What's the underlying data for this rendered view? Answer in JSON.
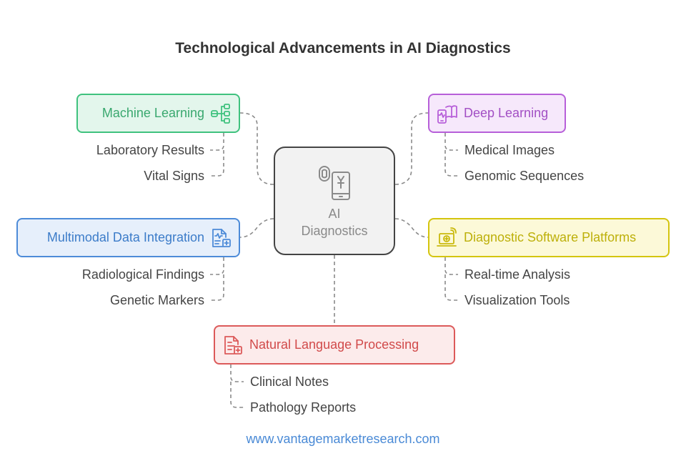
{
  "title": "Technological Advancements in AI Diagnostics",
  "center": {
    "label_line1": "AI",
    "label_line2": "Diagnostics",
    "icon": "ai-diagnostics-icon"
  },
  "branches": {
    "machine_learning": {
      "label": "Machine Learning",
      "icon": "data-flow-icon",
      "color": "#3fc27e",
      "items": [
        "Laboratory Results",
        "Vital Signs"
      ]
    },
    "deep_learning": {
      "label": "Deep Learning",
      "icon": "mobile-book-icon",
      "color": "#b75fd9",
      "items": [
        "Medical Images",
        "Genomic Sequences"
      ]
    },
    "multimodal": {
      "label": "Multimodal Data Integration",
      "icon": "medical-document-icon",
      "color": "#4d8bd8",
      "items": [
        "Radiological Findings",
        "Genetic Markers"
      ]
    },
    "diagnostic_software": {
      "label": "Diagnostic Software Platforms",
      "icon": "medical-laptop-icon",
      "color": "#d4c50f",
      "items": [
        "Real-time Analysis",
        "Visualization Tools"
      ]
    },
    "nlp": {
      "label": "Natural Language Processing",
      "icon": "medical-report-icon",
      "color": "#dc5a5a",
      "items": [
        "Clinical Notes",
        "Pathology Reports"
      ]
    }
  },
  "footer": "www.vantagemarketresearch.com"
}
